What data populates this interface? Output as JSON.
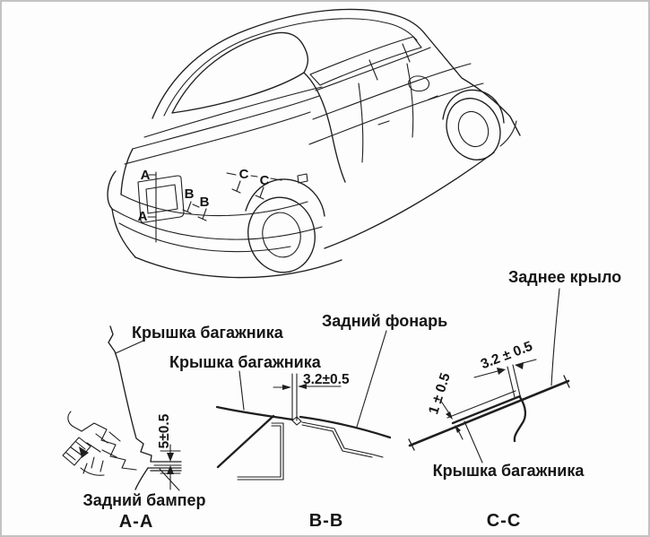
{
  "page": {
    "background": "#fdfdfd",
    "border_color": "#c2c2c2",
    "line_color": "#1f1f1f",
    "description": "Body panel clearance diagram of sedan rear (service manual figure)"
  },
  "car_view": {
    "markers": {
      "a_top": "A",
      "a_bottom": "A",
      "b_left": "B",
      "b_right": "B",
      "c_left": "C",
      "c_right": "C"
    }
  },
  "sections": {
    "aa": {
      "title": "A-A",
      "label_trunk_lid": "Крышка багажника",
      "label_rear_bumper": "Задний бампер",
      "dim_gap": "5±0.5"
    },
    "bb": {
      "title": "B-B",
      "label_trunk_lid": "Крышка багажника",
      "label_rear_lamp": "Задний фонарь",
      "dim_gap": "3.2±0.5"
    },
    "cc": {
      "title": "C-C",
      "label_rear_fender": "Заднее крыло",
      "label_trunk_lid": "Крышка багажника",
      "dim_gap": "3.2 ± 0.5",
      "dim_flush": "1 ± 0.5"
    }
  }
}
